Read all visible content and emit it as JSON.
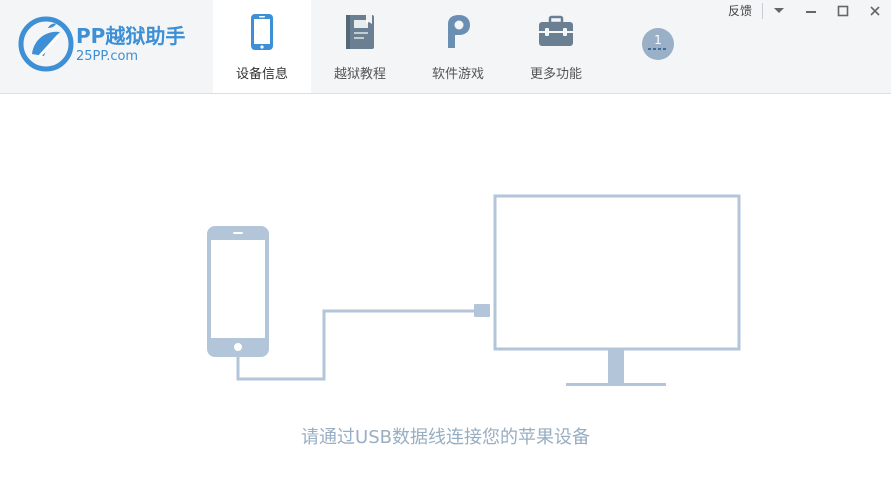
{
  "app": {
    "title": "PP越狱助手",
    "subtitle": "25PP.com"
  },
  "tabs": [
    {
      "label": "设备信息",
      "icon": "phone-icon",
      "active": true
    },
    {
      "label": "越狱教程",
      "icon": "book-icon",
      "active": false
    },
    {
      "label": "软件游戏",
      "icon": "pp-logo-icon",
      "active": false
    },
    {
      "label": "更多功能",
      "icon": "toolbox-icon",
      "active": false
    }
  ],
  "download_badge": {
    "count": "1"
  },
  "window_controls": {
    "feedback": "反馈",
    "menu_icon": "chevron-down-icon",
    "minimize_icon": "minimize-icon",
    "maximize_icon": "maximize-icon",
    "close_icon": "close-icon"
  },
  "main": {
    "prompt": "请通过USB数据线连接您的苹果设备"
  },
  "colors": {
    "accent": "#3d8fd6",
    "illustration": "#b3c5d8",
    "prompt_text": "#98aec2",
    "header_bg": "#f4f5f6",
    "tab_icon": "#5a8fbc"
  }
}
